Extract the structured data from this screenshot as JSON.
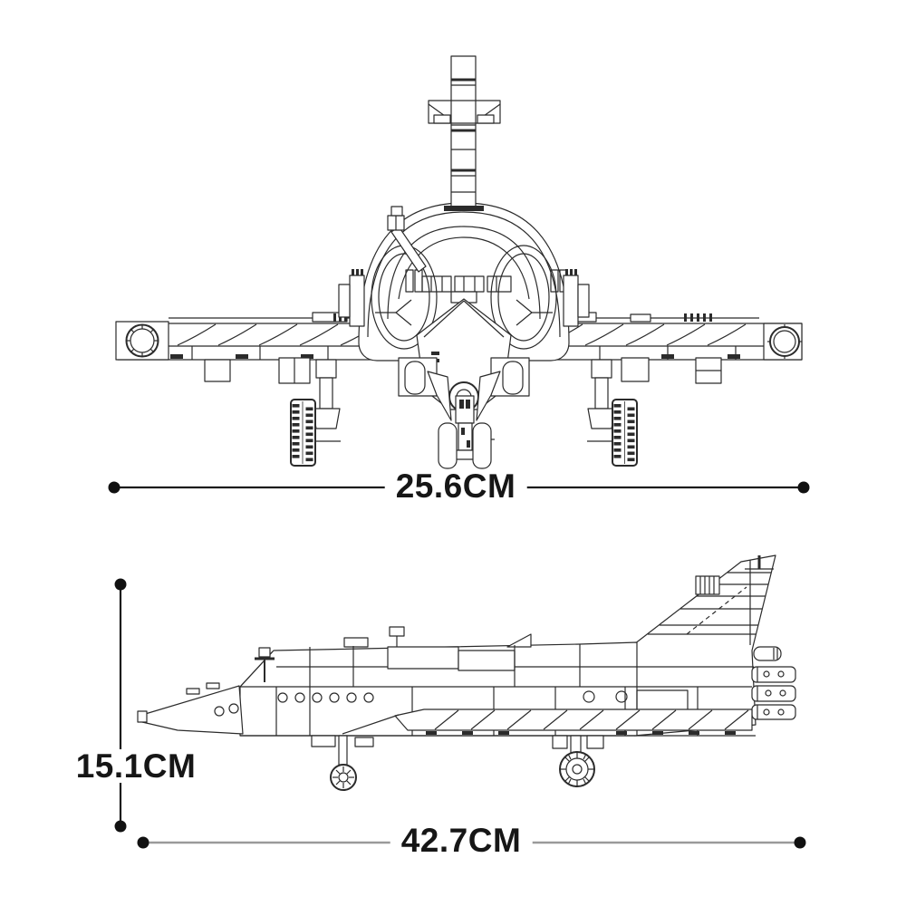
{
  "diagram": {
    "background_color": "#ffffff",
    "ink_color": "#2b2b2b",
    "dimension_dot_color": "#111111",
    "dimension_line_color": "#1c1c1c",
    "bottom_dimension_line_color": "#9a9a9a",
    "dimensions": {
      "width": "25.6CM",
      "height": "15.1CM",
      "length": "42.7CM"
    }
  }
}
